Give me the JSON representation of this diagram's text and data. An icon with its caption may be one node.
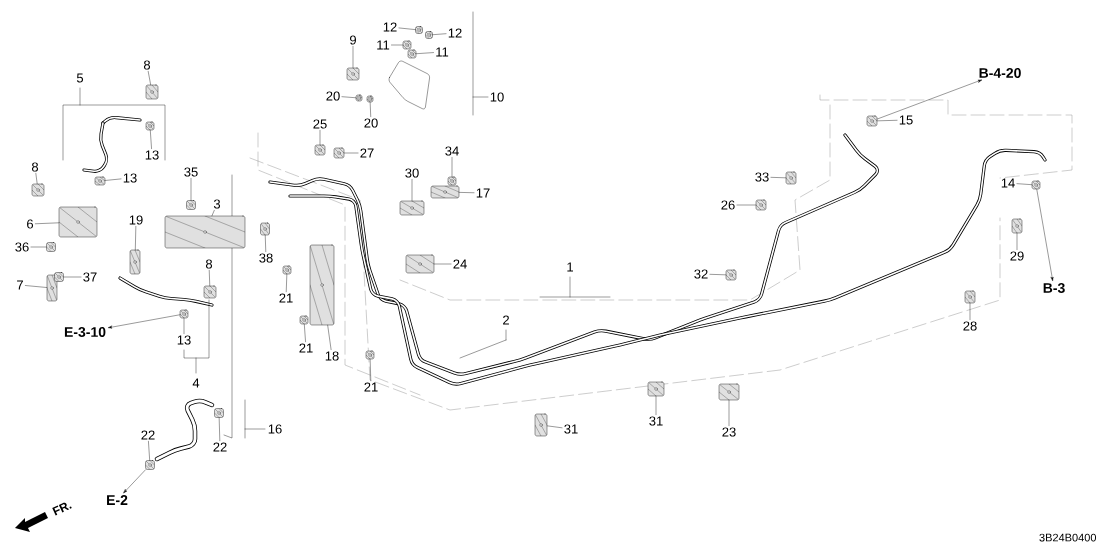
{
  "diagram": {
    "nodes": [
      {
        "text": [
          "5"
        ]
      },
      {
        "text": [
          "8"
        ]
      },
      {
        "text": [
          "13"
        ]
      },
      {
        "text": [
          "13"
        ]
      },
      {
        "text": [
          "8"
        ]
      },
      {
        "text": [
          "6"
        ]
      },
      {
        "text": [
          "36"
        ]
      },
      {
        "text": [
          "7"
        ]
      },
      {
        "text": [
          "37"
        ]
      },
      {
        "text": [
          "19"
        ]
      },
      {
        "text": [
          "35"
        ]
      },
      {
        "text": [
          "3"
        ]
      },
      {
        "text": [
          "38"
        ]
      },
      {
        "text": [
          "8"
        ]
      },
      {
        "text": [
          "E-3-10"
        ]
      },
      {
        "text": [
          "13"
        ]
      },
      {
        "text": [
          "4"
        ]
      },
      {
        "text": [
          "22"
        ]
      },
      {
        "text": [
          "22"
        ]
      },
      {
        "text": [
          "16"
        ]
      },
      {
        "text": [
          "E-2"
        ]
      },
      {
        "text": [
          "9"
        ]
      },
      {
        "text": [
          "12"
        ]
      },
      {
        "text": [
          "12"
        ]
      },
      {
        "text": [
          "11"
        ]
      },
      {
        "text": [
          "11"
        ]
      },
      {
        "text": [
          "20"
        ]
      },
      {
        "text": [
          "20"
        ]
      },
      {
        "text": [
          "10"
        ]
      },
      {
        "text": [
          "25"
        ]
      },
      {
        "text": [
          "27"
        ]
      },
      {
        "text": [
          "34"
        ]
      },
      {
        "text": [
          "30"
        ]
      },
      {
        "text": [
          "17"
        ]
      },
      {
        "text": [
          "21"
        ]
      },
      {
        "text": [
          "21"
        ]
      },
      {
        "text": [
          "18"
        ]
      },
      {
        "text": [
          "24"
        ]
      },
      {
        "text": [
          "21"
        ]
      },
      {
        "text": [
          "1"
        ]
      },
      {
        "text": [
          "2"
        ]
      },
      {
        "text": [
          "15"
        ]
      },
      {
        "text": [
          "B-4-20"
        ]
      },
      {
        "text": [
          "33"
        ]
      },
      {
        "text": [
          "26"
        ]
      },
      {
        "text": [
          "14"
        ]
      },
      {
        "text": [
          "32"
        ]
      },
      {
        "text": [
          "29"
        ]
      },
      {
        "text": [
          "B-3"
        ]
      },
      {
        "text": [
          "28"
        ]
      },
      {
        "text": [
          "31"
        ]
      },
      {
        "text": [
          "31"
        ]
      },
      {
        "text": [
          "23"
        ]
      },
      {
        "text": [],
        "shape": "picture"
      },
      {
        "text": [],
        "shape": "picture"
      },
      {
        "text": [],
        "shape": "picture"
      },
      {
        "text": [],
        "shape": "picture"
      },
      {
        "text": [],
        "shape": "picture"
      },
      {
        "text": [],
        "shape": "picture"
      },
      {
        "text": [],
        "shape": "picture"
      },
      {
        "text": [],
        "shape": "picture"
      },
      {
        "text": [],
        "shape": "picture"
      },
      {
        "text": [],
        "shape": "picture"
      },
      {
        "text": [],
        "shape": "picture"
      },
      {
        "text": [],
        "shape": "picture"
      },
      {
        "text": [],
        "shape": "picture"
      },
      {
        "text": [],
        "shape": "picture"
      },
      {
        "text": [],
        "shape": "picture"
      },
      {
        "text": [],
        "shape": "picture"
      },
      {
        "text": [],
        "shape": "picture"
      },
      {
        "text": [],
        "shape": "picture"
      },
      {
        "text": [],
        "shape": "picture"
      },
      {
        "text": [],
        "shape": "picture"
      },
      {
        "text": [],
        "shape": "picture"
      },
      {
        "text": [],
        "shape": "picture"
      },
      {
        "text": [],
        "shape": "picture"
      },
      {
        "text": [],
        "shape": "picture"
      },
      {
        "text": [],
        "shape": "picture"
      },
      {
        "text": [],
        "shape": "picture"
      },
      {
        "text": [],
        "shape": "picture"
      },
      {
        "text": [],
        "shape": "picture"
      },
      {
        "text": [],
        "shape": "picture"
      },
      {
        "text": [],
        "shape": "picture"
      },
      {
        "text": [],
        "shape": "picture"
      },
      {
        "text": [],
        "shape": "picture"
      },
      {
        "text": [],
        "shape": "picture"
      },
      {
        "text": [],
        "shape": "picture"
      },
      {
        "text": [],
        "shape": "picture"
      },
      {
        "text": [],
        "shape": "picture"
      },
      {
        "text": [],
        "shape": "picture"
      },
      {
        "text": [],
        "shape": "picture"
      },
      {
        "text": [],
        "shape": "picture"
      },
      {
        "text": [],
        "shape": "picture"
      },
      {
        "text": [],
        "shape": "picture"
      },
      {
        "text": [],
        "shape": "picture"
      },
      {
        "text": [],
        "shape": "picture"
      }
    ],
    "edges": [
      {
        "from": 1,
        "to": 53,
        "arrow": "none"
      },
      {
        "from": 2,
        "to": 54,
        "arrow": "none"
      },
      {
        "from": 3,
        "to": 55,
        "arrow": "none"
      },
      {
        "from": 4,
        "to": 56,
        "arrow": "none"
      },
      {
        "from": 5,
        "to": 57,
        "arrow": "none"
      },
      {
        "from": 6,
        "to": 58,
        "arrow": "none"
      },
      {
        "from": 7,
        "to": 59,
        "arrow": "none"
      },
      {
        "from": 8,
        "to": 60,
        "arrow": "none"
      },
      {
        "from": 9,
        "to": 61,
        "arrow": "none"
      },
      {
        "from": 10,
        "to": 62,
        "arrow": "none"
      },
      {
        "from": 11,
        "to": 63,
        "arrow": "none"
      },
      {
        "from": 12,
        "to": 64,
        "arrow": "none"
      },
      {
        "from": 13,
        "to": 65,
        "arrow": "none"
      },
      {
        "from": 66,
        "to": 14,
        "arrow": "to"
      },
      {
        "from": 15,
        "to": 66,
        "arrow": "none"
      },
      {
        "from": 17,
        "to": 67,
        "arrow": "none"
      },
      {
        "from": 18,
        "to": 68,
        "arrow": "none"
      },
      {
        "from": 67,
        "to": 20,
        "arrow": "to"
      },
      {
        "from": 21,
        "to": 69,
        "arrow": "none"
      },
      {
        "from": 22,
        "to": 70,
        "arrow": "none"
      },
      {
        "from": 23,
        "to": 71,
        "arrow": "none"
      },
      {
        "from": 24,
        "to": 72,
        "arrow": "none"
      },
      {
        "from": 25,
        "to": 73,
        "arrow": "none"
      },
      {
        "from": 26,
        "to": 74,
        "arrow": "none"
      },
      {
        "from": 27,
        "to": 75,
        "arrow": "none"
      },
      {
        "from": 29,
        "to": 76,
        "arrow": "none"
      },
      {
        "from": 30,
        "to": 77,
        "arrow": "none"
      },
      {
        "from": 31,
        "to": 78,
        "arrow": "none"
      },
      {
        "from": 32,
        "to": 79,
        "arrow": "none"
      },
      {
        "from": 33,
        "to": 80,
        "arrow": "none"
      },
      {
        "from": 34,
        "to": 81,
        "arrow": "none"
      },
      {
        "from": 35,
        "to": 82,
        "arrow": "none"
      },
      {
        "from": 36,
        "to": 83,
        "arrow": "none"
      },
      {
        "from": 37,
        "to": 84,
        "arrow": "none"
      },
      {
        "from": 38,
        "to": 85,
        "arrow": "none"
      },
      {
        "from": 41,
        "to": 86,
        "arrow": "none"
      },
      {
        "from": 86,
        "to": 42,
        "arrow": "to"
      },
      {
        "from": 43,
        "to": 87,
        "arrow": "none"
      },
      {
        "from": 44,
        "to": 88,
        "arrow": "none"
      },
      {
        "from": 45,
        "to": 89,
        "arrow": "none"
      },
      {
        "from": 46,
        "to": 90,
        "arrow": "none"
      },
      {
        "from": 47,
        "to": 91,
        "arrow": "none"
      },
      {
        "from": 89,
        "to": 48,
        "arrow": "to"
      },
      {
        "from": 49,
        "to": 92,
        "arrow": "none"
      },
      {
        "from": 50,
        "to": 93,
        "arrow": "none"
      },
      {
        "from": 51,
        "to": 94,
        "arrow": "none"
      },
      {
        "from": 52,
        "to": 95,
        "arrow": "none"
      }
    ],
    "labels": [
      "FR.",
      "3B24B0400"
    ]
  }
}
